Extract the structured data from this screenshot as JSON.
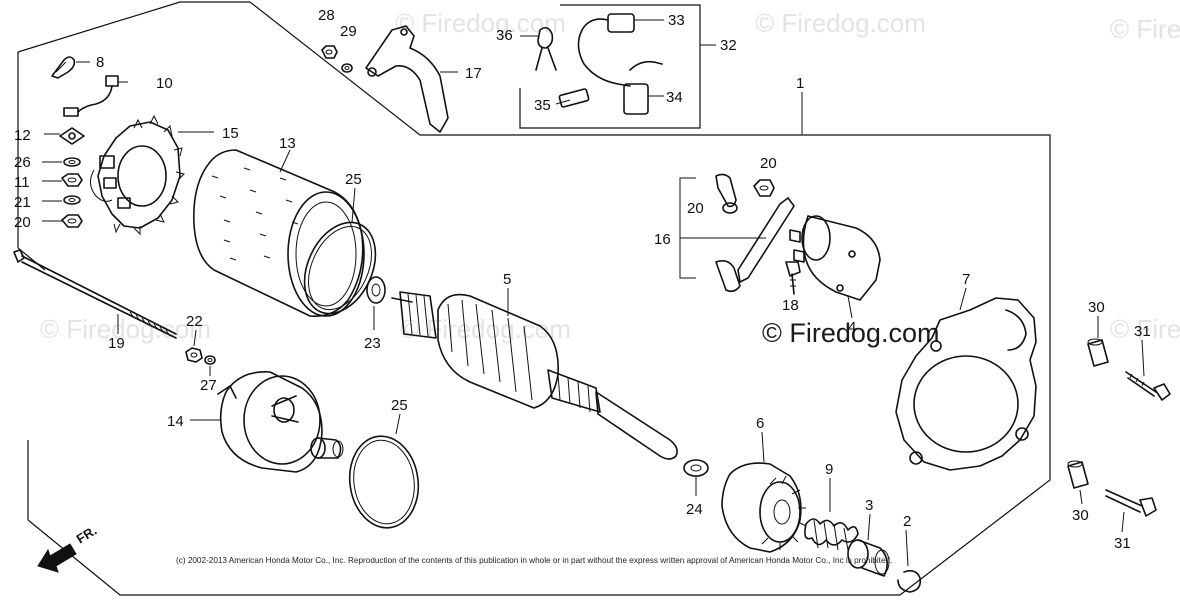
{
  "watermark": {
    "brand": "© Firedog.com",
    "short": "© Fire"
  },
  "callouts": {
    "c1": "1",
    "c2": "2",
    "c3": "3",
    "c4": "4",
    "c5": "5",
    "c6": "6",
    "c7": "7",
    "c8": "8",
    "c9": "9",
    "c10": "10",
    "c11": "11",
    "c12": "12",
    "c13": "13",
    "c14": "14",
    "c15": "15",
    "c16": "16",
    "c17": "17",
    "c18": "18",
    "c19": "19",
    "c20a": "20",
    "c20b": "20",
    "c20c": "20",
    "c21": "21",
    "c22": "22",
    "c23": "23",
    "c24": "24",
    "c25a": "25",
    "c25b": "25",
    "c26": "26",
    "c27": "27",
    "c28": "28",
    "c29": "29",
    "c30a": "30",
    "c30b": "30",
    "c31a": "31",
    "c31b": "31",
    "c32": "32",
    "c33": "33",
    "c34": "34",
    "c35": "35",
    "c36": "36"
  },
  "direction_label": "FR.",
  "copyright": "(c) 2002-2013 American Honda Motor Co., Inc. Reproduction of the contents of this publication in whole or in part without the express written approval of American Honda Motor Co., Inc is prohibited."
}
